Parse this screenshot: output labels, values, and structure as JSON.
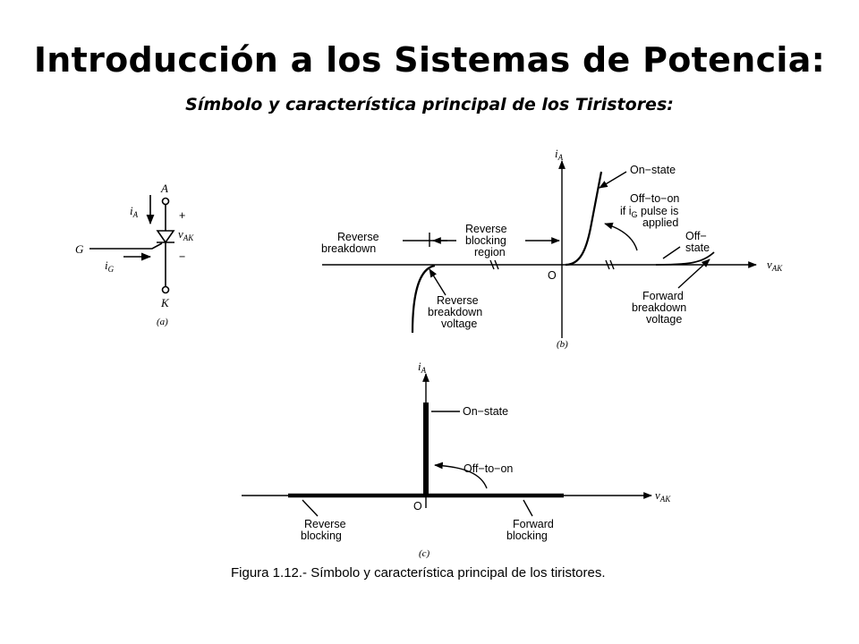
{
  "slide": {
    "title": "Introducción a los Sistemas de Potencia:",
    "subtitle": "Símbolo y característica principal de los Tiristores:",
    "caption": "Figura 1.12.- Símbolo y característica principal de los tiristores."
  },
  "symbol": {
    "anode": "A",
    "cathode": "K",
    "gate": "G",
    "i_a": "i",
    "i_a_sub": "A",
    "i_g": "i",
    "i_g_sub": "G",
    "v_ak": "v",
    "v_ak_sub": "AK",
    "plus": "+",
    "minus": "−",
    "panel_label": "(a)"
  },
  "characteristic_b": {
    "y_axis": "i",
    "y_axis_sub": "A",
    "x_axis": "v",
    "x_axis_sub": "AK",
    "origin": "O",
    "on_state": "On−state",
    "off_to_on_1": "Off−to−on",
    "off_to_on_2_pre": "if i",
    "off_to_on_2_sub": "G",
    "off_to_on_2_post": " pulse is",
    "off_to_on_3": "applied",
    "off_state_1": "Off−",
    "off_state_2": "state",
    "reverse_breakdown_1": "Reverse",
    "reverse_breakdown_2": "breakdown",
    "reverse_blocking_1": "Reverse",
    "reverse_blocking_2": "blocking",
    "reverse_blocking_3": "region",
    "reverse_breakdown_voltage_1": "Reverse",
    "reverse_breakdown_voltage_2": "breakdown",
    "reverse_breakdown_voltage_3": "voltage",
    "forward_breakdown_voltage_1": "Forward",
    "forward_breakdown_voltage_2": "breakdown",
    "forward_breakdown_voltage_3": "voltage",
    "panel_label": "(b)"
  },
  "characteristic_c": {
    "y_axis": "i",
    "y_axis_sub": "A",
    "x_axis": "v",
    "x_axis_sub": "AK",
    "origin": "O",
    "on_state": "On−state",
    "off_to_on": "Off−to−on",
    "reverse_blocking_1": "Reverse",
    "reverse_blocking_2": "blocking",
    "forward_blocking_1": "Forward",
    "forward_blocking_2": "blocking",
    "panel_label": "(c)"
  }
}
